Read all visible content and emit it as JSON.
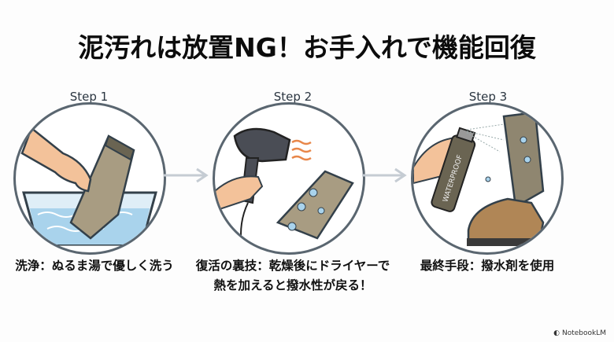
{
  "title": "泥汚れは放置NG！お手入れで機能回復",
  "steps": [
    {
      "label": "Step 1",
      "caption": "洗浄：ぬるま湯で優しく洗う",
      "illustration": "hand-washing-gaiter-in-basin"
    },
    {
      "label": "Step 2",
      "caption": "復活の裏技：乾燥後にドライヤーで熱を加えると撥水性が戻る！",
      "illustration": "hair-dryer-heating-gaiter"
    },
    {
      "label": "Step 3",
      "caption": "最終手段：撥水剤を使用",
      "illustration": "spraying-waterproof-on-gaiter",
      "spray_text": "WATERPROOF"
    }
  ],
  "brand": "NotebookLM",
  "colors": {
    "circle_border": "#5a6670",
    "arrow": "#c5ccd3",
    "water": "#a9d3ec",
    "gaiter": "#a89c82",
    "skin": "#f3c29a"
  }
}
